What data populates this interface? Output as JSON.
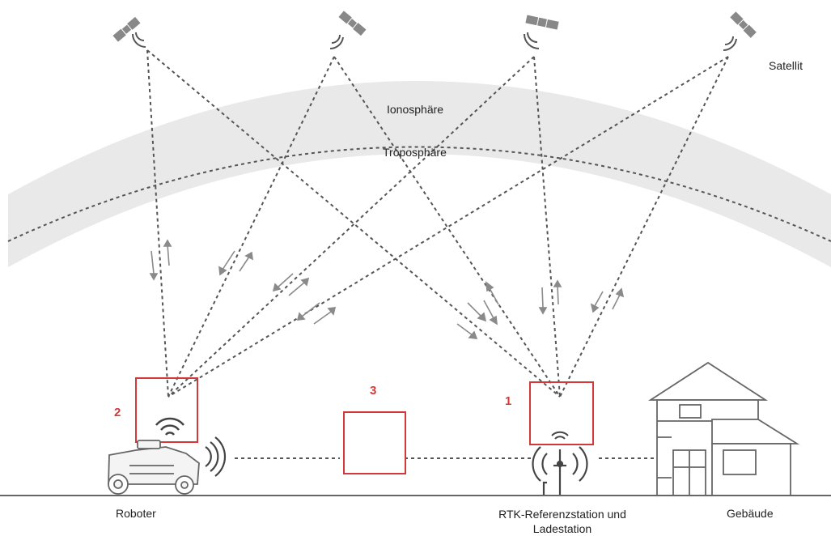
{
  "labels": {
    "satellite": "Satellit",
    "ionosphere": "Ionosphäre",
    "troposphere": "Troposphäre",
    "robot": "Roboter",
    "rtk_station": "RTK-Referenzstation und Ladestation",
    "building": "Gebäude"
  },
  "markers": [
    {
      "id": "1",
      "text": "1"
    },
    {
      "id": "2",
      "text": "2"
    },
    {
      "id": "3",
      "text": "3"
    }
  ],
  "colors": {
    "marker": "#d23a3a",
    "line": "#555555",
    "band": "#e9e9e9",
    "icon": "#777777",
    "ground": "#666666"
  },
  "icons": [
    "satellite-icon",
    "wifi-signal-icon",
    "robot-mower-icon",
    "antenna-icon",
    "house-icon"
  ]
}
